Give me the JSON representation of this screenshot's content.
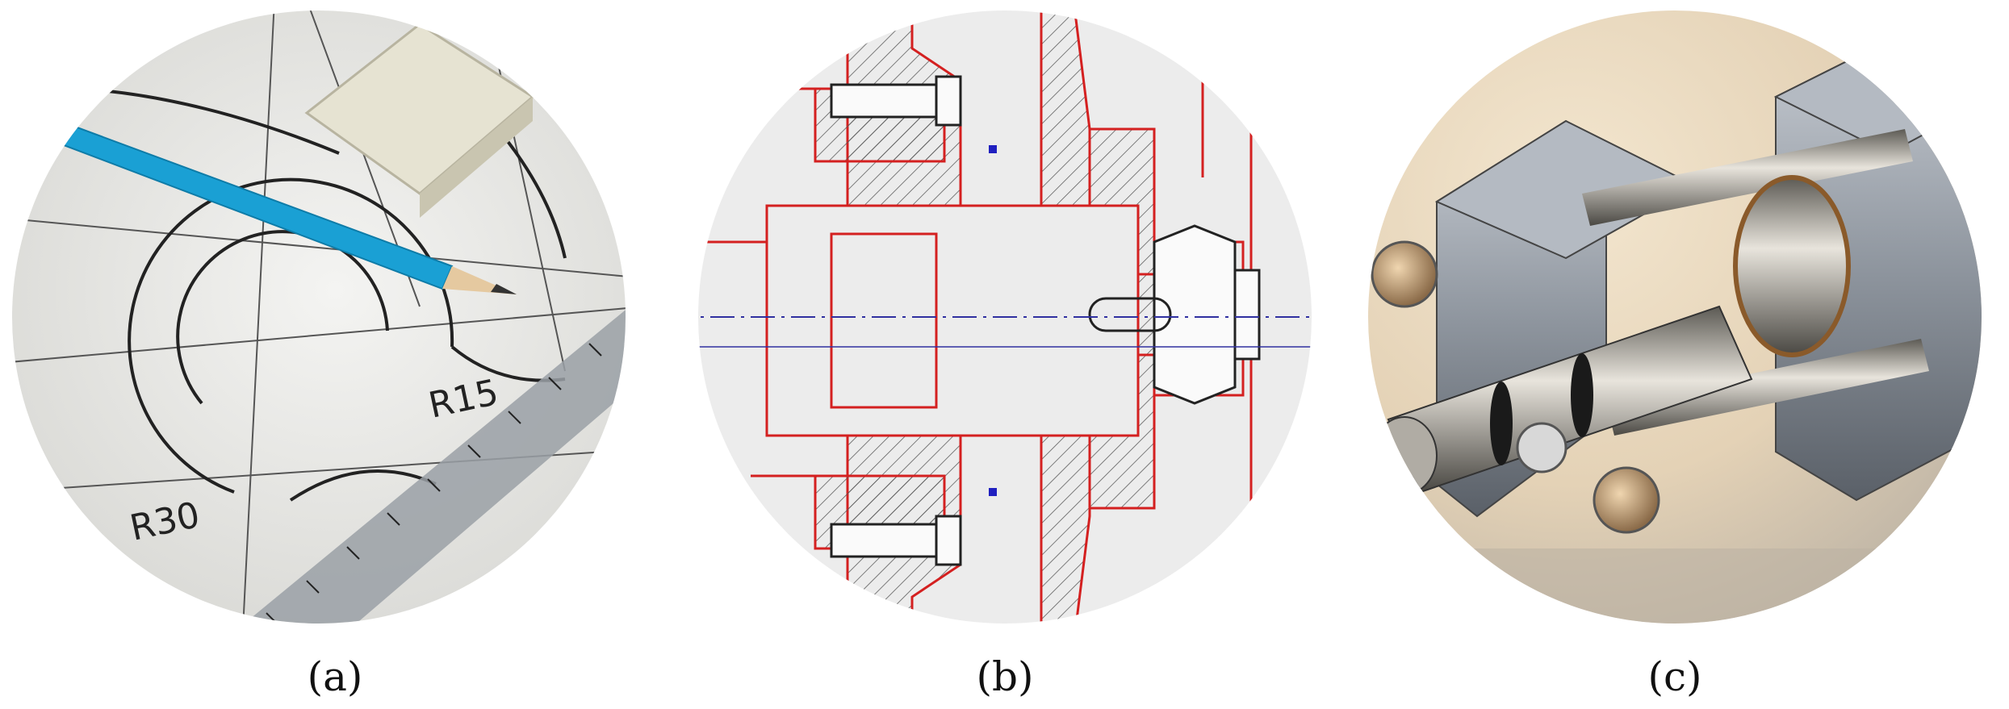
{
  "figure": {
    "panels": [
      {
        "caption": "(a)",
        "labels": [
          "R15",
          "R30"
        ]
      },
      {
        "caption": "(b)"
      },
      {
        "caption": "(c)"
      }
    ],
    "colors": {
      "pencil": "#1aa0d4",
      "cad_line": "#d42020",
      "centerline": "#3030a0",
      "paper": "#ececec",
      "steel": "#9aa2ad"
    }
  }
}
